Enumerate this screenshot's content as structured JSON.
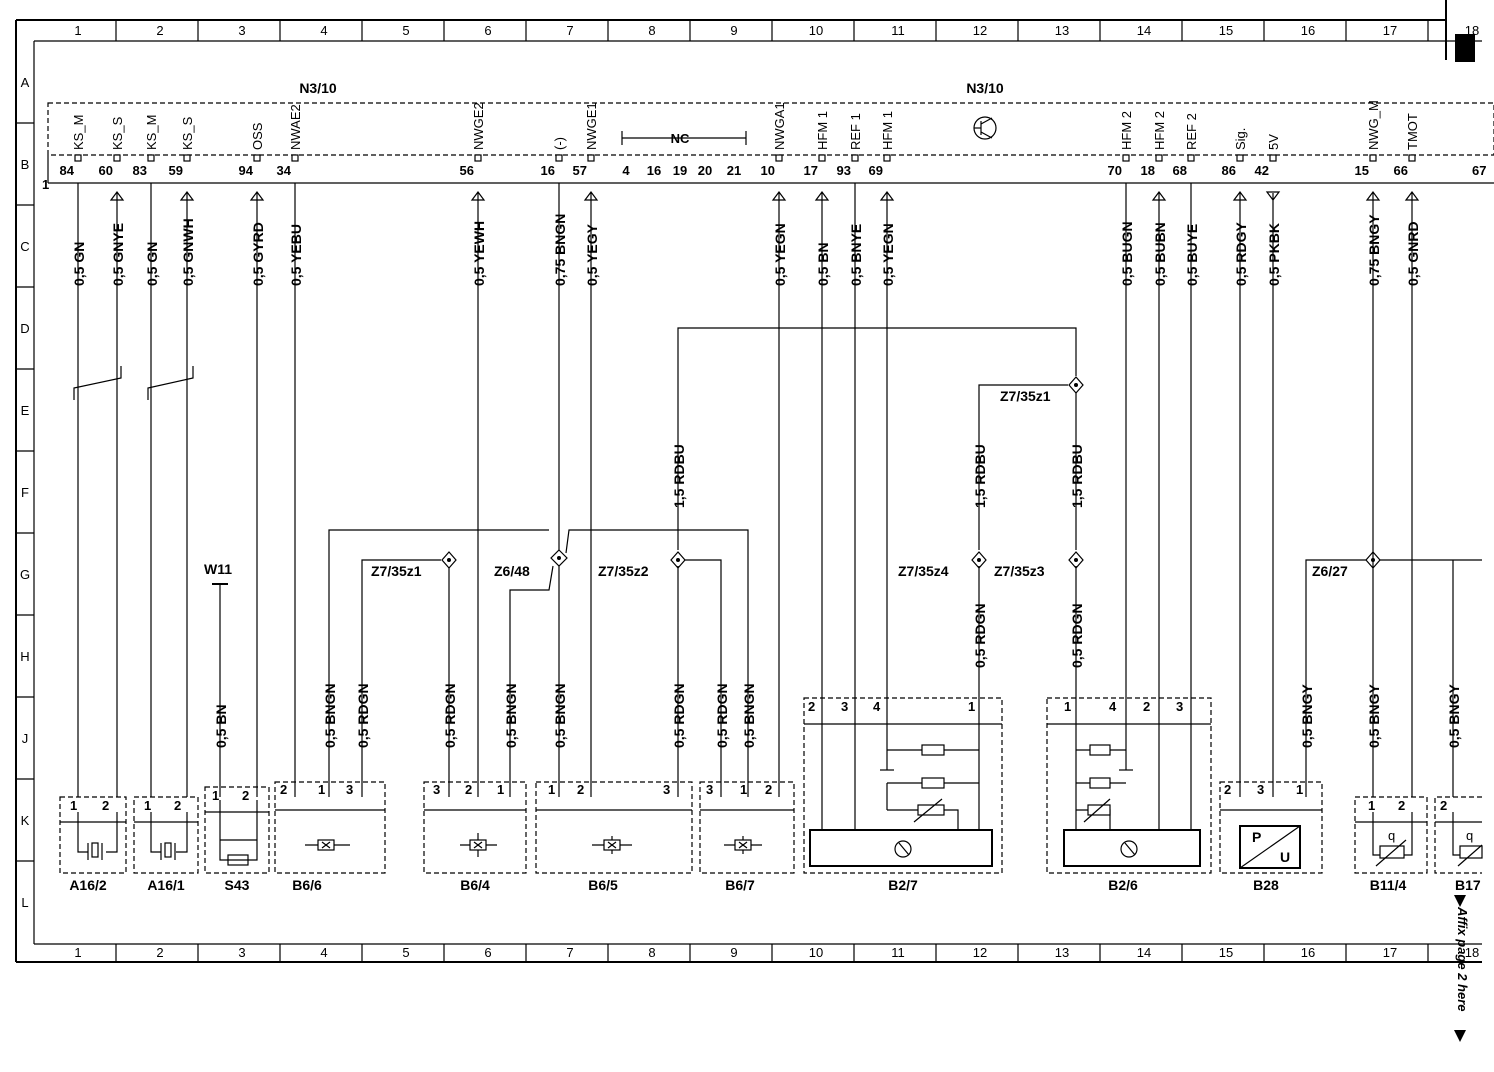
{
  "grid": {
    "columns": [
      "1",
      "2",
      "3",
      "4",
      "5",
      "6",
      "7",
      "8",
      "9",
      "10",
      "11",
      "12",
      "13",
      "14",
      "15",
      "16",
      "17",
      "18"
    ],
    "rows": [
      "A",
      "B",
      "C",
      "D",
      "E",
      "F",
      "G",
      "H",
      "J",
      "K",
      "L"
    ]
  },
  "control_unit": {
    "label_left": "N3/10",
    "label_right": "N3/10",
    "nc_label": "NC",
    "left_edge_pin": "1",
    "right_edge_pin": "67",
    "nc_pins": [
      "4",
      "16",
      "19",
      "20",
      "21"
    ]
  },
  "ecu_pins": [
    {
      "num": "84",
      "name": "KS_M",
      "wire": "0,5 GN"
    },
    {
      "num": "60",
      "name": "KS_S",
      "wire": "0,5 GNYE"
    },
    {
      "num": "83",
      "name": "KS_M",
      "wire": "0,5 GN"
    },
    {
      "num": "59",
      "name": "KS_S",
      "wire": "0,5 GNWH"
    },
    {
      "num": "94",
      "name": "OSS",
      "wire": "0,5 GYRD"
    },
    {
      "num": "34",
      "name": "NWAE2",
      "wire": "0,5 YEBU"
    },
    {
      "num": "56",
      "name": "NWGE2",
      "wire": "0,5 YEWH"
    },
    {
      "num": "16",
      "name": "(-)",
      "wire": "0,75 BNGN"
    },
    {
      "num": "57",
      "name": "NWGE1",
      "wire": "0,5 YEGY"
    },
    {
      "num": "10",
      "name": "NWGA1",
      "wire": "0,5 YEGN"
    },
    {
      "num": "17",
      "name": "HFM 1",
      "wire": "0,5 BN"
    },
    {
      "num": "93",
      "name": "REF 1",
      "wire": "0,5 BNYE"
    },
    {
      "num": "69",
      "name": "HFM 1",
      "wire": "0,5 YEGN"
    },
    {
      "num": "70",
      "name": "HFM 2",
      "wire": "0,5 BUGN"
    },
    {
      "num": "18",
      "name": "HFM 2",
      "wire": "0,5 BUBN"
    },
    {
      "num": "68",
      "name": "REF 2",
      "wire": "0,5 BUYE"
    },
    {
      "num": "86",
      "name": "Sig.",
      "wire": "0,5 RDGY"
    },
    {
      "num": "42",
      "name": "5V",
      "wire": "0,5 PKBK"
    },
    {
      "num": "15",
      "name": "NWG_M",
      "wire": "0,75 BNGY"
    },
    {
      "num": "66",
      "name": "TMOT",
      "wire": "0,5 GNRD"
    }
  ],
  "splices": {
    "z7_35z1_upper": "Z7/35z1",
    "z7_35z1_lower": "Z7/35z1",
    "z6_48": "Z6/48",
    "z7_35z2": "Z7/35z2",
    "z7_35z4": "Z7/35z4",
    "z7_35z3": "Z7/35z3",
    "z6_27": "Z6/27",
    "w11": "W11"
  },
  "wires": {
    "rdbu_center": "1,5 RDBU",
    "rdbu_mid": "1,5 RDBU",
    "rdbu_right": "1,5 RDBU",
    "rdgn_z4": "0,5 RDGN",
    "rdgn_z3": "0,5 RDGN",
    "bn_w11": "0,5 BN",
    "b66_bngn": "0,5 BNGN",
    "b66_rdgn": "0,5 RDGN",
    "b64_rdgn": "0,5 RDGN",
    "b64_bngn": "0,5 BNGN",
    "b65_bngn": "0,5 BNGN",
    "b65_rdgn": "0,5 RDGN",
    "b67_rdgn": "0,5 RDGN",
    "b67_bngn": "0,5 BNGN",
    "b28_bngy": "0,5 BNGY",
    "b114_bngy": "0,5 BNGY",
    "b17_bngy": "0,5 BNGY"
  },
  "components": {
    "a16_2": {
      "label": "A16/2",
      "pins": [
        "1",
        "2"
      ]
    },
    "a16_1": {
      "label": "A16/1",
      "pins": [
        "1",
        "2"
      ]
    },
    "s43": {
      "label": "S43",
      "pins": [
        "1",
        "2"
      ]
    },
    "b6_6": {
      "label": "B6/6",
      "pins": [
        "2",
        "1",
        "3"
      ]
    },
    "b6_4": {
      "label": "B6/4",
      "pins": [
        "3",
        "2",
        "1"
      ]
    },
    "b6_5": {
      "label": "B6/5",
      "pins": [
        "1",
        "2",
        "3"
      ]
    },
    "b6_7": {
      "label": "B6/7",
      "pins": [
        "3",
        "1",
        "2"
      ]
    },
    "b2_7": {
      "label": "B2/7",
      "pins": [
        "2",
        "3",
        "4",
        "1"
      ]
    },
    "b2_6": {
      "label": "B2/6",
      "pins": [
        "1",
        "4",
        "2",
        "3"
      ]
    },
    "b28": {
      "label": "B28",
      "pins": [
        "2",
        "3",
        "1"
      ],
      "p": "P",
      "u": "U"
    },
    "b11_4": {
      "label": "B11/4",
      "pins": [
        "1",
        "2"
      ],
      "q": "q"
    },
    "b17": {
      "label": "B17",
      "pins": [
        "2"
      ],
      "q": "q"
    }
  },
  "affix_note": "Affix page 2 here"
}
